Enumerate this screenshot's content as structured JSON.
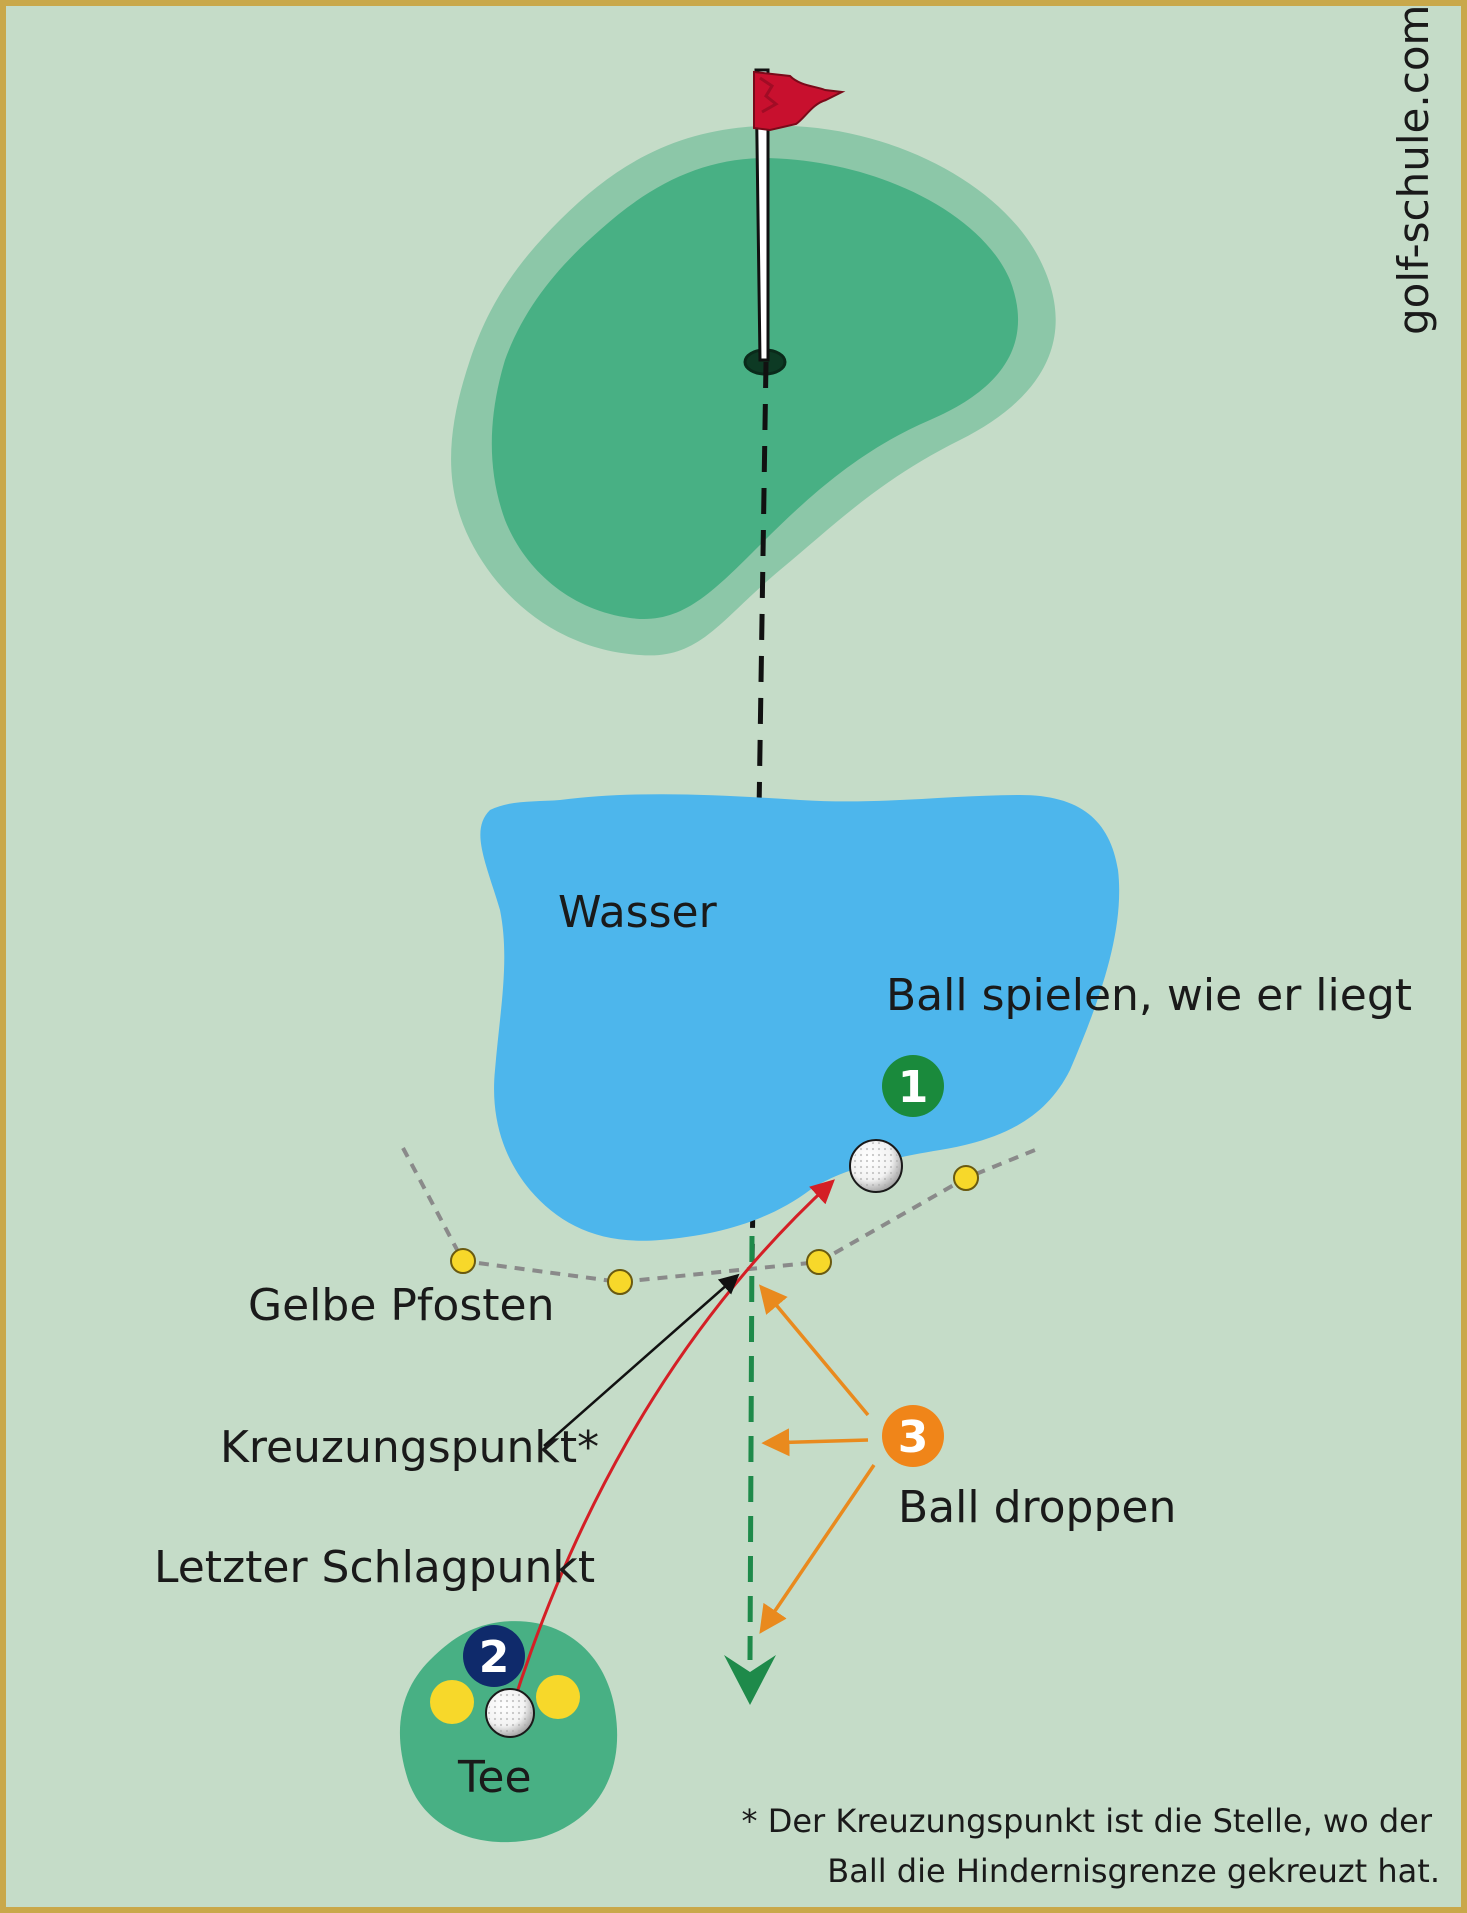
{
  "watermark": "golf-schule.com",
  "labels": {
    "water": "Wasser",
    "play_as_lies": "Ball spielen, wie er liegt",
    "yellow_stakes": "Gelbe Pfosten",
    "crossing_point": "Kreuzungspunkt*",
    "ball_drop": "Ball droppen",
    "last_stroke_point": "Letzter Schlagpunkt",
    "tee": "Tee"
  },
  "badges": {
    "option_1": "1",
    "option_2": "2",
    "option_3": "3"
  },
  "footnote": {
    "line1": "* Der Kreuzungspunkt ist die Stelle, wo der",
    "line2": "Ball die Hindernisgrenze gekreuzt hat."
  },
  "colors": {
    "background": "#c5dcc8",
    "border": "#c9a84a",
    "green_outer": "#8cc7a8",
    "green_inner": "#48b084",
    "water": "#4db6ec",
    "flag": "#c8102e",
    "stake": "#f7d82a",
    "badge_1": "#1a8a3c",
    "badge_2": "#0f2a6b",
    "badge_3": "#f08519",
    "ball_path": "#d41f26",
    "drop_arrows": "#e98a1e",
    "drop_line": "#1e8a4a",
    "flag_line": "#111111"
  }
}
